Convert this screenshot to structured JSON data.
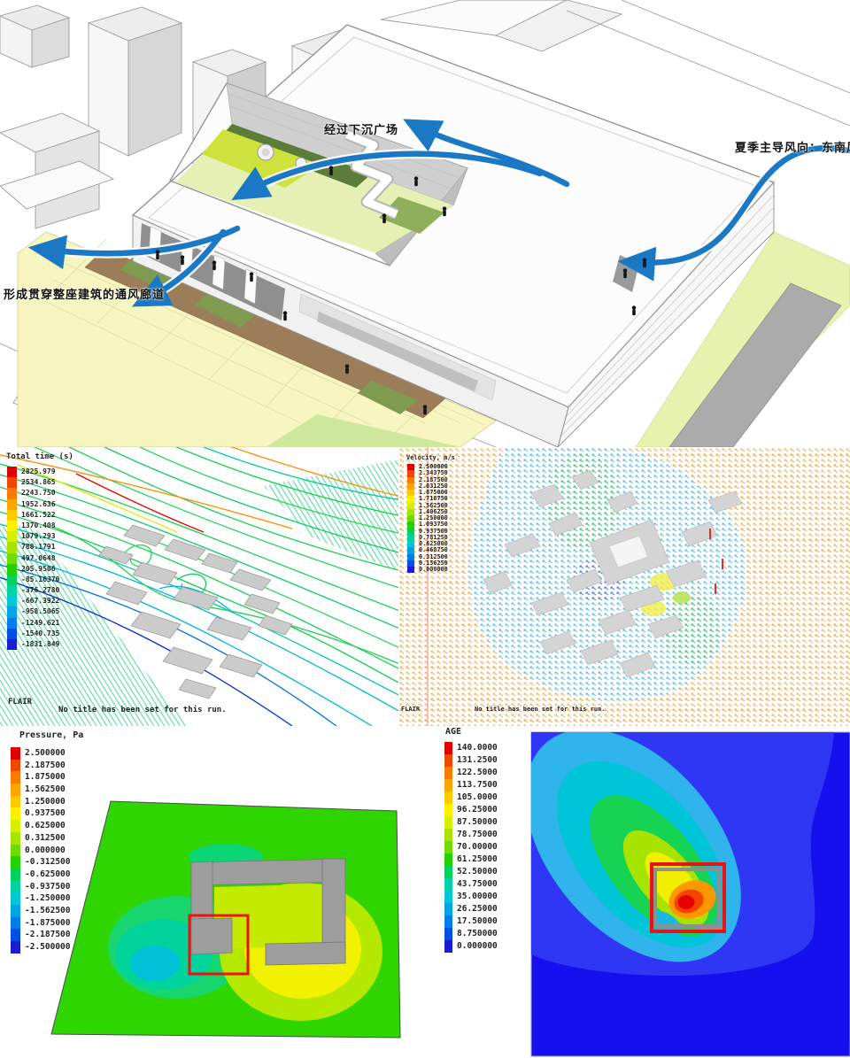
{
  "scale_colors": [
    "#e10000",
    "#ef4600",
    "#f97b00",
    "#ffa400",
    "#ffc900",
    "#fdf100",
    "#d7ef00",
    "#a9e400",
    "#6fdb00",
    "#21d200",
    "#00d25c",
    "#00d2a5",
    "#00c6d6",
    "#00a3e4",
    "#007ceb",
    "#004fe4",
    "#1a1ed2"
  ],
  "illustration": {
    "labels": {
      "sunken_plaza": "经过下沉广场",
      "summer_wind": "夏季主导风向：东南风",
      "corridor": "形成贯穿整座建筑的通风廊道"
    },
    "arrow_color": "#1b78c4"
  },
  "panels": {
    "total_time": {
      "title": "Total time (s)",
      "labels": [
        "2825.979",
        "2534.865",
        "2243.750",
        "1952.636",
        "1661.522",
        "1370.408",
        "1079.293",
        "788.1791",
        "497.0648",
        "205.9506",
        "-85.16370",
        "-376.2780",
        "-667.3922",
        "-958.5065",
        "-1249.621",
        "-1540.735",
        "-1831.849"
      ],
      "footer_left": "FLAIR",
      "footer_note": "No title has been set for this run."
    },
    "velocity": {
      "title": "Velocity, m/s",
      "labels": [
        "2.500000",
        "2.343750",
        "2.187500",
        "2.031250",
        "1.875000",
        "1.718750",
        "1.562500",
        "1.406250",
        "1.250000",
        "1.093750",
        "0.937500",
        "0.781250",
        "0.625000",
        "0.468750",
        "0.312500",
        "0.156250",
        "0.000000"
      ],
      "footer_left": "FLAIR",
      "footer_note": "No title has been set for this run."
    },
    "pressure": {
      "title": "Pressure, Pa",
      "labels": [
        "2.500000",
        "2.187500",
        "1.875000",
        "1.562500",
        "1.250000",
        "0.937500",
        "0.625000",
        "0.312500",
        "0.000000",
        "-0.312500",
        "-0.625000",
        "-0.937500",
        "-1.250000",
        "-1.562500",
        "-1.875000",
        "-2.187500",
        "-2.500000"
      ]
    },
    "age": {
      "title": "AGE",
      "labels": [
        "140.0000",
        "131.2500",
        "122.5000",
        "113.7500",
        "105.0000",
        "96.25000",
        "87.50000",
        "78.75000",
        "70.00000",
        "61.25000",
        "52.50000",
        "43.75000",
        "35.00000",
        "26.25000",
        "17.50000",
        "8.750000",
        "0.000000"
      ]
    }
  }
}
